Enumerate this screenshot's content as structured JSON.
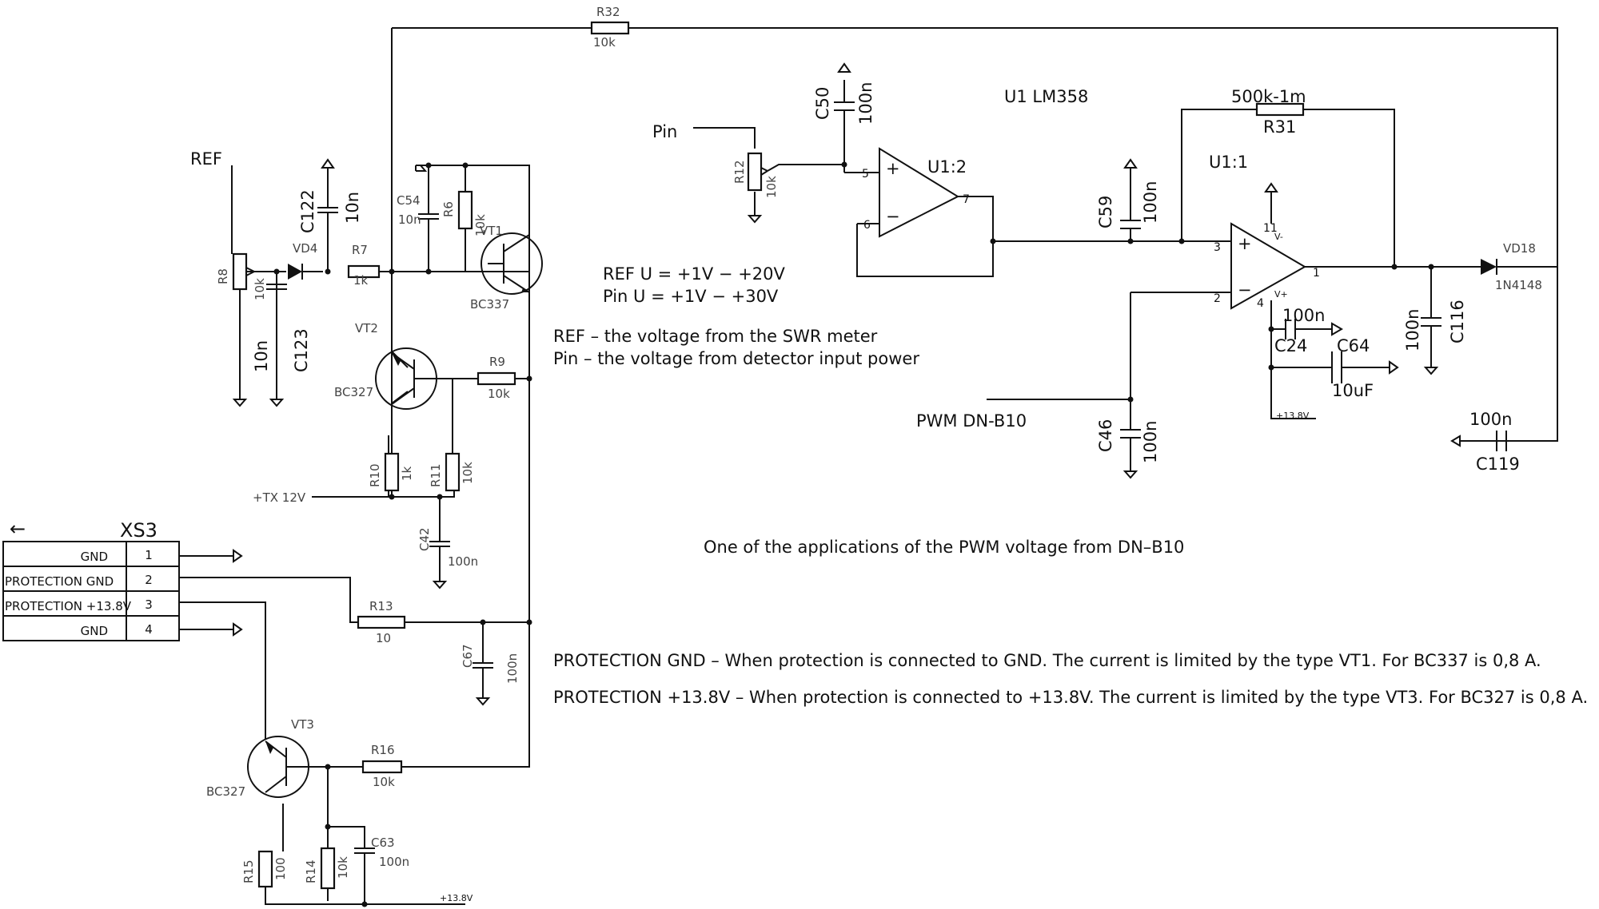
{
  "parts": {
    "r32": {
      "ref": "R32",
      "val": "10k"
    },
    "r31": {
      "ref": "R31",
      "val": "500k-1m"
    },
    "r8": {
      "ref": "R8",
      "val": "10k"
    },
    "r7": {
      "ref": "R7",
      "val": "1k"
    },
    "r6": {
      "ref": "R6",
      "val": "10k"
    },
    "r9": {
      "ref": "R9",
      "val": "10k"
    },
    "r10": {
      "ref": "R10",
      "val": "1k"
    },
    "r11": {
      "ref": "R11",
      "val": "10k"
    },
    "r12": {
      "ref": "R12",
      "val": "10k"
    },
    "r13": {
      "ref": "R13",
      "val": "10"
    },
    "r14": {
      "ref": "R14",
      "val": "10k"
    },
    "r15": {
      "ref": "R15",
      "val": "100"
    },
    "r16": {
      "ref": "R16",
      "val": "10k"
    },
    "c122": {
      "ref": "C122",
      "val": "10n"
    },
    "c123": {
      "ref": "C123",
      "val": "10n"
    },
    "c54": {
      "ref": "C54",
      "val": "10n"
    },
    "c50": {
      "ref": "C50",
      "val": "100n"
    },
    "c59": {
      "ref": "C59",
      "val": "100n"
    },
    "c46": {
      "ref": "C46",
      "val": "100n"
    },
    "c42": {
      "ref": "C42",
      "val": "100n"
    },
    "c67": {
      "ref": "C67",
      "val": "100n"
    },
    "c63": {
      "ref": "C63",
      "val": "100n"
    },
    "c24": {
      "ref": "C24",
      "val": "100n"
    },
    "c64": {
      "ref": "C64",
      "val": "10uF"
    },
    "c116": {
      "ref": "C116",
      "val": "100n"
    },
    "c119": {
      "ref": "C119",
      "val": "100n"
    },
    "vd4": {
      "ref": "VD4"
    },
    "vd18": {
      "ref": "VD18",
      "val": "1N4148"
    },
    "vt1": {
      "ref": "VT1",
      "val": "BC337"
    },
    "vt2": {
      "ref": "VT2",
      "val": "BC327"
    },
    "vt3": {
      "ref": "VT3",
      "val": "BC327"
    }
  },
  "opamp": {
    "title": "U1 LM358",
    "u12": "U1:2",
    "u11": "U1:1",
    "pins": {
      "p5": "5",
      "p6": "6",
      "p7": "7",
      "p3": "3",
      "p2": "2",
      "p1": "1",
      "p11": "11",
      "p4": "4",
      "vminus": "V-",
      "vplus": "V+",
      "plus": "+",
      "minus": "−"
    }
  },
  "nets": {
    "ref": "REF",
    "pin": "Pin",
    "pwm": "PWM DN-B10",
    "tx": "+TX 12V",
    "v138a": "+13.8V",
    "v138b": "+13.8V"
  },
  "connector": {
    "name": "XS3",
    "arrow": "←",
    "rows": [
      {
        "label": "GND",
        "pin": "1"
      },
      {
        "label": "PROTECTION GND",
        "pin": "2"
      },
      {
        "label": "PROTECTION +13.8V",
        "pin": "3"
      },
      {
        "label": "GND",
        "pin": "4"
      }
    ]
  },
  "notes": {
    "ref_range": "REF  U = +1V − +20V",
    "pin_range": "Pin  U = +1V − +30V",
    "ref_desc": "REF –  the voltage from the SWR meter",
    "pin_desc": "Pin  – the voltage from detector input power",
    "application": "One of the applications of the PWM voltage from DN–B10",
    "prot_gnd": "PROTECTION GND –  When protection is connected to GND. The current is limited by the type VT1. For BC337 is 0,8 A.",
    "prot_138": "PROTECTION +13.8V –  When protection is connected to +13.8V. The current is limited by the type VT3. For BC327 is 0,8 A."
  }
}
